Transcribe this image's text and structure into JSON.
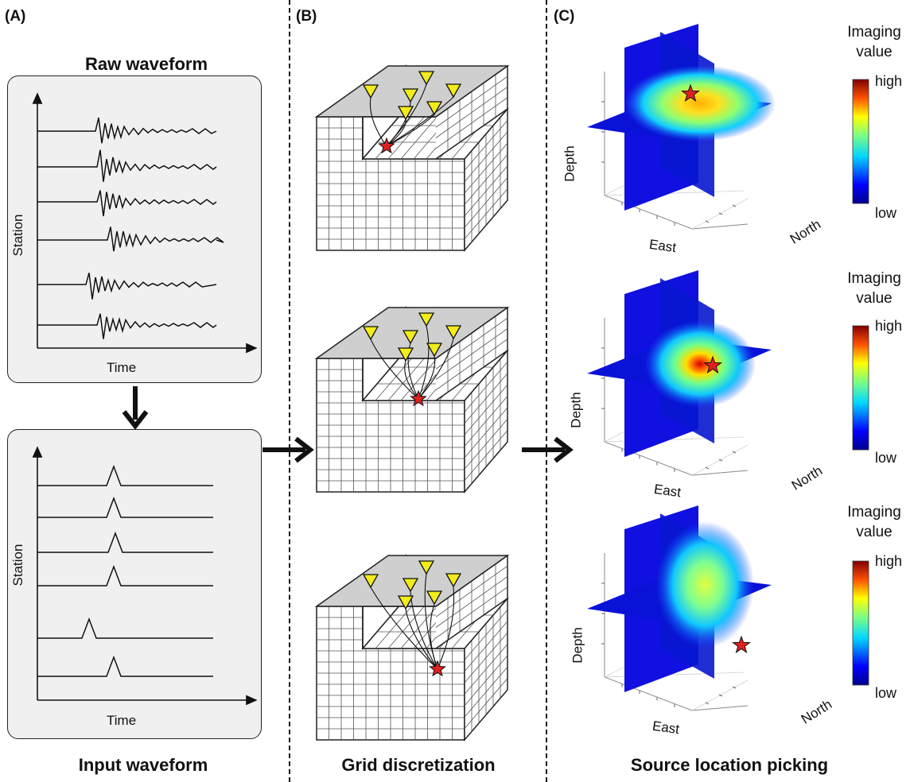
{
  "panel_a": {
    "label": "(A)",
    "raw_title": "Raw waveform",
    "input_title": "Input waveform",
    "y_axis_label": "Station",
    "x_axis_label": "Time"
  },
  "panel_b": {
    "label": "(B)",
    "title": "Grid discretization"
  },
  "panel_c": {
    "label": "(C)",
    "title": "Source location picking",
    "colorbar_title": "Imaging value",
    "colorbar_high": "high",
    "colorbar_low": "low",
    "axis_depth": "Depth",
    "axis_east": "East",
    "axis_north": "North"
  },
  "colors": {
    "star": "#e02020",
    "station": "#f2ec1a",
    "box_fill": "#f0f0f0",
    "surface": "#cfcfcf"
  }
}
